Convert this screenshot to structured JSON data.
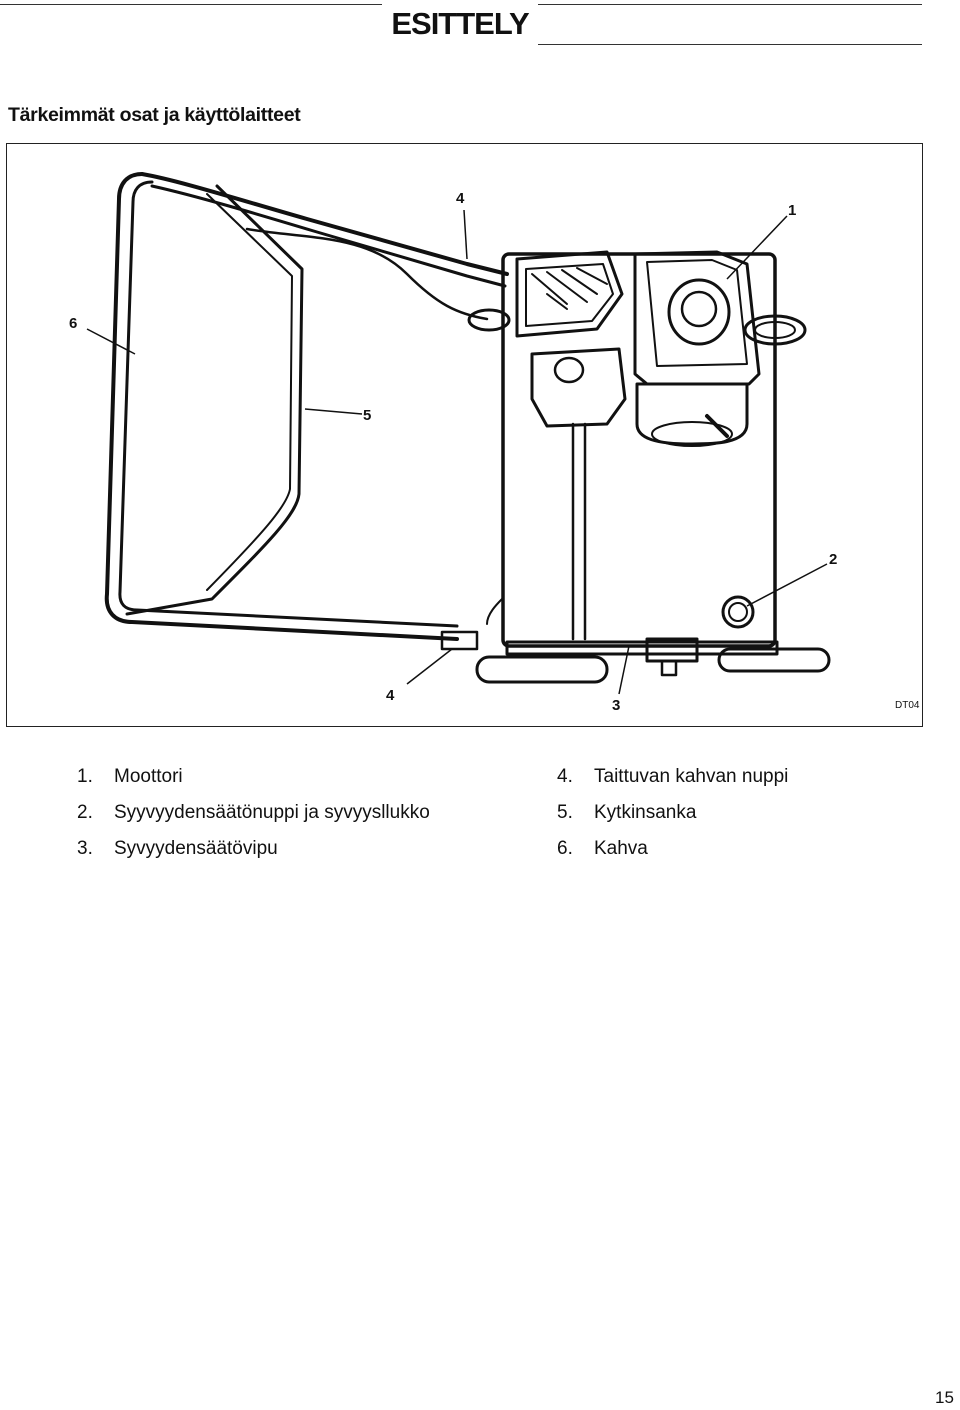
{
  "header": {
    "title": "ESITTELY"
  },
  "section": {
    "title": "Tärkeimmät osat ja käyttölaitteet"
  },
  "figure": {
    "code": "DT04",
    "callouts": {
      "c1": "1",
      "c2": "2",
      "c3": "3",
      "c4_top": "4",
      "c4_bottom": "4",
      "c5": "5",
      "c6": "6"
    }
  },
  "legend": {
    "left": [
      {
        "num": "1.",
        "text": "Moottori"
      },
      {
        "num": "2.",
        "text": "Syyvyydensäätönuppi ja syvyysllukko"
      },
      {
        "num": "3.",
        "text": "Syvyydensäätövipu"
      }
    ],
    "right": [
      {
        "num": "4.",
        "text": "Taittuvan kahvan nuppi"
      },
      {
        "num": "5.",
        "text": "Kytkinsanka"
      },
      {
        "num": "6.",
        "text": "Kahva"
      }
    ]
  },
  "page": {
    "number": "15"
  }
}
